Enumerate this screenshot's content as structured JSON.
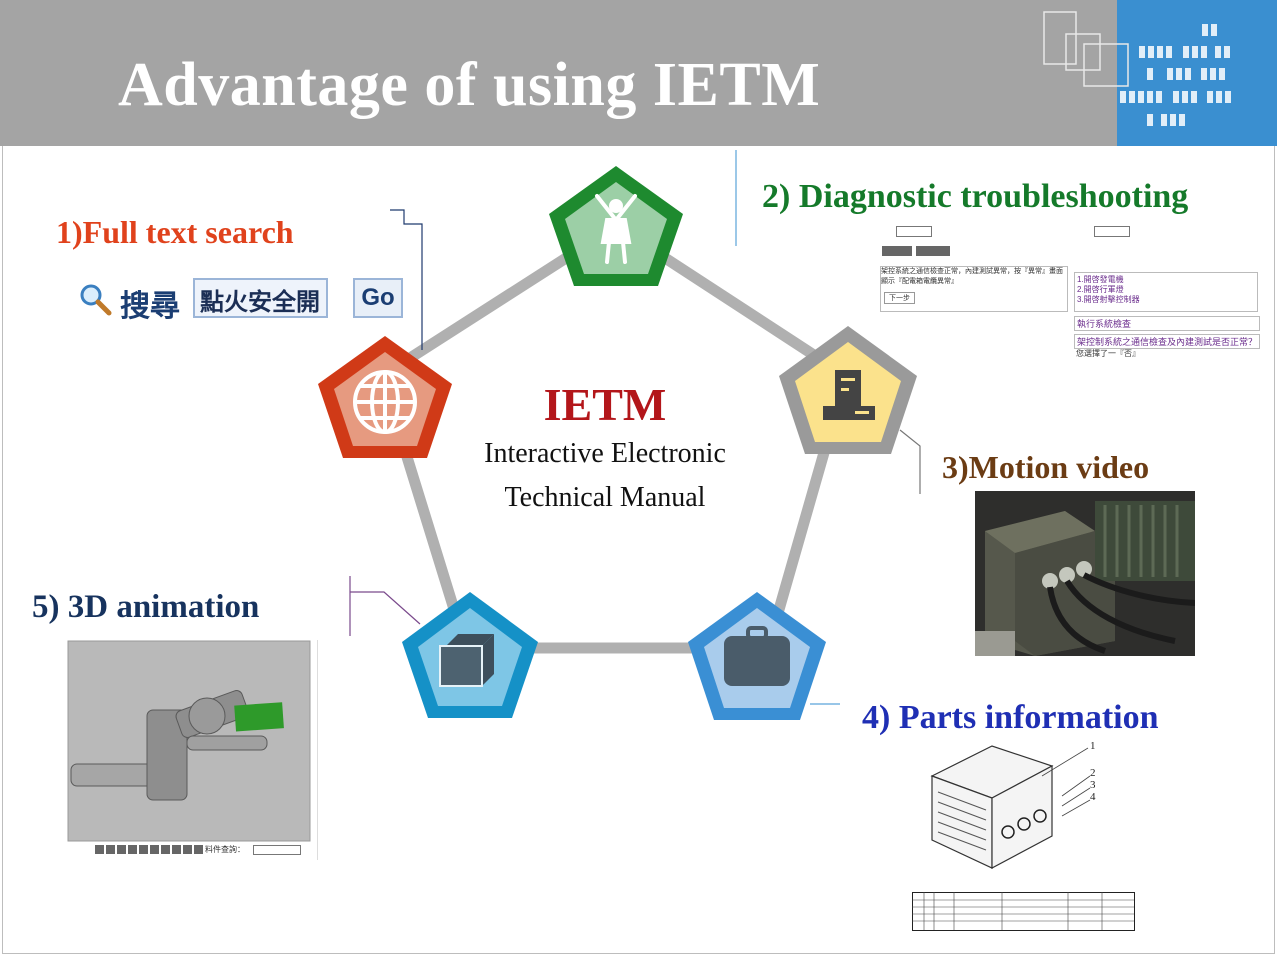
{
  "header": {
    "title": "Advantage of using IETM"
  },
  "center": {
    "title": "IETM",
    "subtitle_line1": "Interactive Electronic",
    "subtitle_line2": "Technical Manual"
  },
  "features": [
    {
      "label": "1)Full text search",
      "color": "#e0421c",
      "icon": "globe-icon"
    },
    {
      "label": "2) Diagnostic troubleshooting",
      "color": "#157a2a",
      "icon": "person-icon"
    },
    {
      "label": "3)Motion video",
      "color": "#6b3c14",
      "icon": "computer-icon"
    },
    {
      "label": "4) Parts information",
      "color": "#1f2fb4",
      "icon": "briefcase-icon"
    },
    {
      "label": "5) 3D animation",
      "color": "#17335e",
      "icon": "cube-icon"
    }
  ],
  "search": {
    "field_text": "點火安全開",
    "search_label": "搜尋",
    "button": "Go"
  },
  "diagnostic_panel": {
    "question": "架控系統之通信檢查正常，內建測試異常，按『異常』畫面顯示『配電箱電纜異常』",
    "next_button": "下一步",
    "options": [
      "1.開啓發電機",
      "2.開啓行軍燈",
      "3.開啓射擊控制器"
    ],
    "step": "執行系統檢查",
    "step_question": "架控制系統之通信檢查及內建測試是否正常？",
    "answer": "您選擇了一『否』"
  },
  "parts_callouts": [
    "1",
    "2",
    "3",
    "4"
  ],
  "animation_toolbar": {
    "label": "料件查詢："
  },
  "colors": {
    "header": "#a4a4a4",
    "ring": "#b0b0b0",
    "accent_blue": "#3a8fd0"
  }
}
